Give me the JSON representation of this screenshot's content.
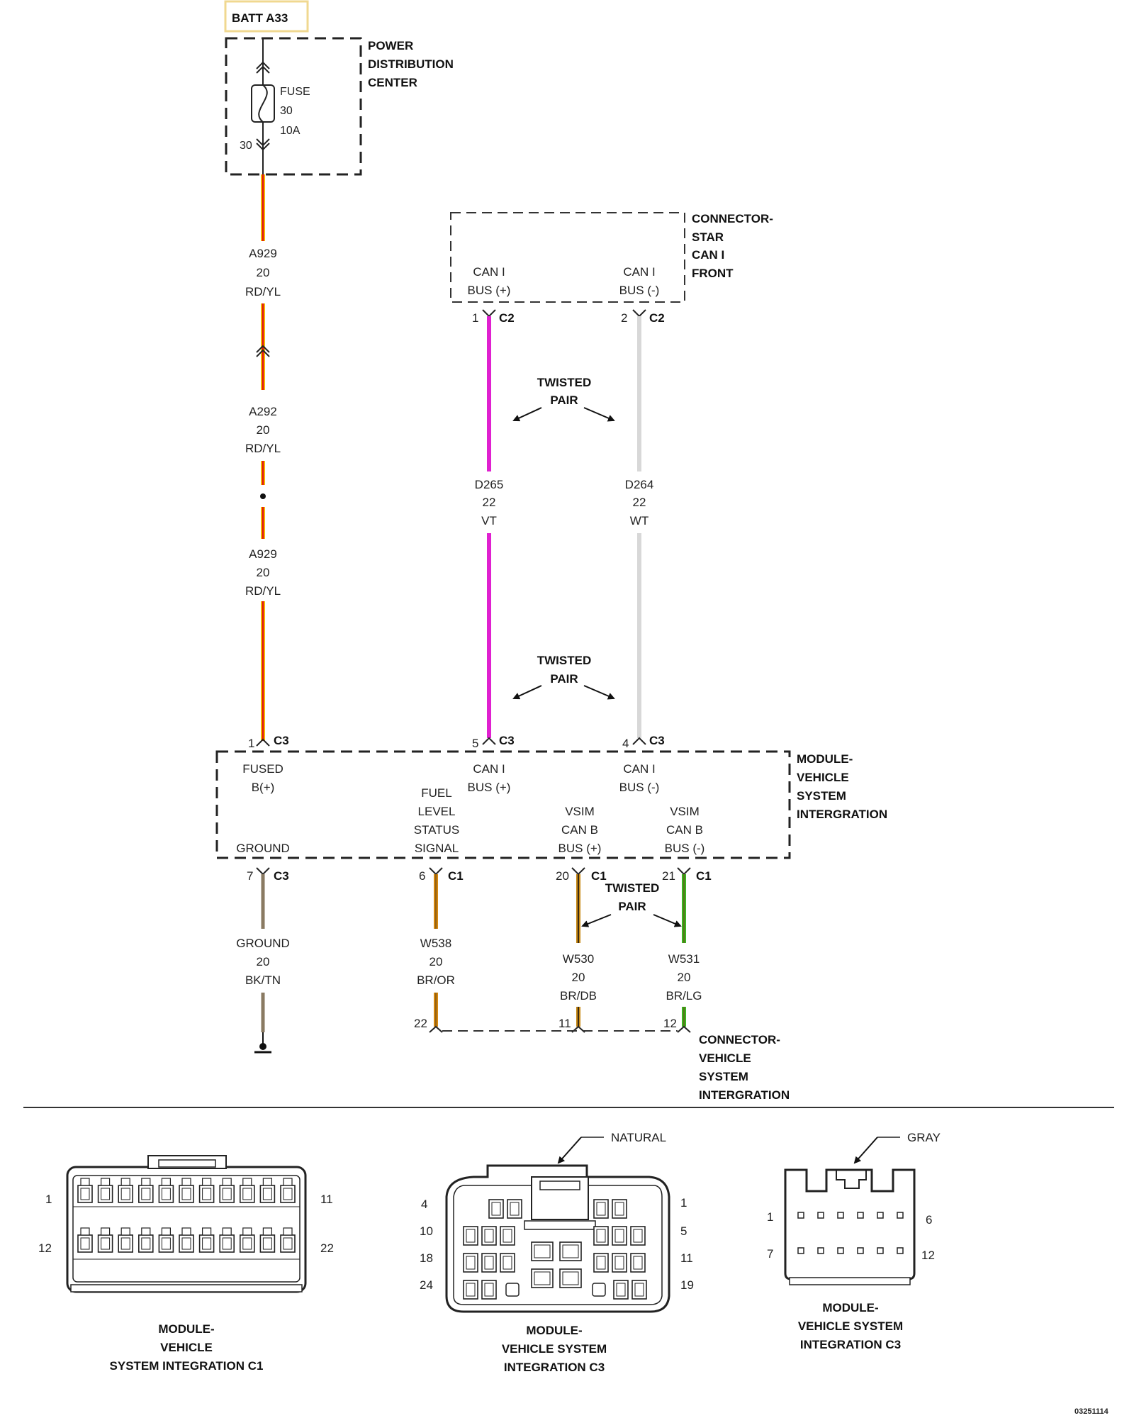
{
  "batt": {
    "label": "BATT A33"
  },
  "pdc": {
    "title": [
      "POWER",
      "DISTRIBUTION",
      "CENTER"
    ],
    "fuse": [
      "FUSE",
      "30",
      "10A"
    ],
    "cavity": "30"
  },
  "star": {
    "title": [
      "CONNECTOR-",
      "STAR",
      "CAN I",
      "FRONT"
    ],
    "pin1": [
      "CAN I",
      "BUS (+)"
    ],
    "pin2": [
      "CAN I",
      "BUS (-)"
    ]
  },
  "module": {
    "title": [
      "MODULE-",
      "VEHICLE",
      "SYSTEM",
      "INTERGRATION"
    ],
    "fused": [
      "FUSED",
      "B(+)"
    ],
    "can_plus": [
      "CAN I",
      "BUS (+)"
    ],
    "can_minus": [
      "CAN I",
      "BUS (-)"
    ],
    "ground": "GROUND",
    "fuel": [
      "FUEL",
      "LEVEL",
      "STATUS",
      "SIGNAL"
    ],
    "vsim_plus": [
      "VSIM",
      "CAN B",
      "BUS (+)"
    ],
    "vsim_minus": [
      "VSIM",
      "CAN B",
      "BUS (-)"
    ]
  },
  "pins": {
    "star_1": "1",
    "star_2": "2",
    "star_conn": "C2",
    "m_1": "1",
    "m_5": "5",
    "m_4": "4",
    "m_7": "7",
    "m_c3": "C3",
    "m_6": "6",
    "m_20": "20",
    "m_21": "21",
    "m_c1": "C1",
    "vc_22": "22",
    "vc_11": "11",
    "vc_12": "12"
  },
  "twisted": [
    "TWISTED",
    "PAIR"
  ],
  "wires": {
    "a929_top": [
      "A929",
      "20",
      "RD/YL"
    ],
    "a292": [
      "A292",
      "20",
      "RD/YL"
    ],
    "a929_bot": [
      "A929",
      "20",
      "RD/YL"
    ],
    "d265": [
      "D265",
      "22",
      "VT"
    ],
    "d264": [
      "D264",
      "22",
      "WT"
    ],
    "ground": [
      "GROUND",
      "20",
      "BK/TN"
    ],
    "w538": [
      "W538",
      "20",
      "BR/OR"
    ],
    "w530": [
      "W530",
      "20",
      "BR/DB"
    ],
    "w531": [
      "W531",
      "20",
      "BR/LG"
    ]
  },
  "vsi_connector": {
    "title": [
      "CONNECTOR-",
      "VEHICLE",
      "SYSTEM",
      "INTERGRATION"
    ]
  },
  "connectors": {
    "c1": {
      "caption": [
        "MODULE-",
        "VEHICLE",
        "SYSTEM INTEGRATION C1"
      ],
      "pins": [
        "1",
        "11",
        "12",
        "22"
      ]
    },
    "c3a": {
      "caption": [
        "MODULE-",
        "VEHICLE SYSTEM",
        "INTEGRATION C3"
      ],
      "color": "NATURAL",
      "pins": [
        "4",
        "1",
        "10",
        "5",
        "18",
        "11",
        "24",
        "19"
      ]
    },
    "c3b": {
      "caption": [
        "MODULE-",
        "VEHICLE SYSTEM",
        "INTEGRATION C3"
      ],
      "color": "GRAY",
      "pins": [
        "1",
        "6",
        "7",
        "12"
      ]
    }
  },
  "code": "03251114",
  "wire_colors": {
    "rd_yl_red": "#e01010",
    "rd_yl_yel": "#f5c400",
    "vt": "#e020d0",
    "wt": "#d8d8d8",
    "bk_tn": "#8a7a62",
    "br_or": "#d4860e",
    "br_db": "#6a4a14",
    "br_lg": "#3ab520"
  }
}
